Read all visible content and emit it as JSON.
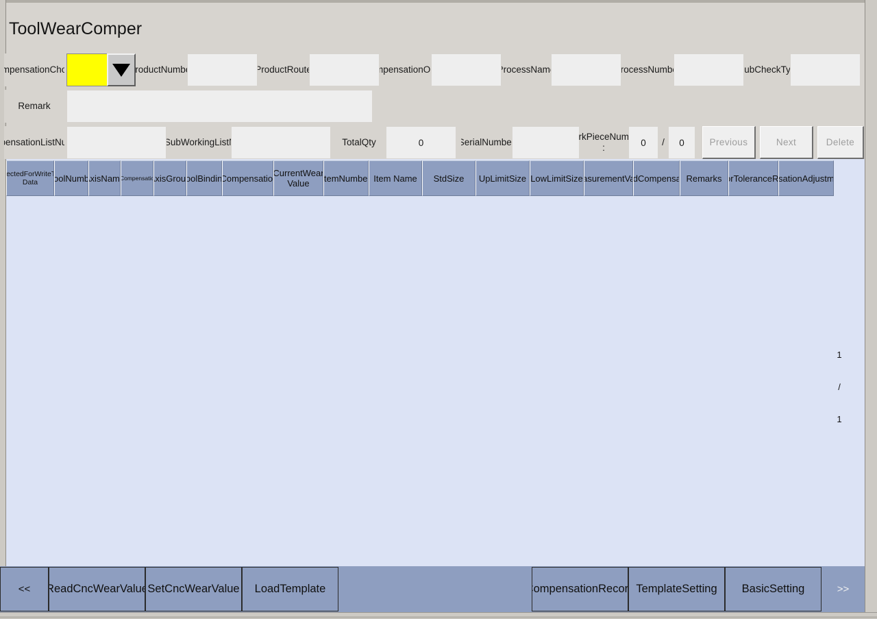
{
  "window": {
    "title": "ToolWearComper"
  },
  "form": {
    "compensation_choice_label": "CompensationChoice",
    "compensation_choice_value": "",
    "product_number_label": "ProductNumber",
    "product_number_value": "",
    "product_route_label": "ProductRoute",
    "product_route_value": "",
    "compensation_order_label": "CompensationOrder",
    "compensation_order_value": "",
    "process_name_label": "ProcessName",
    "process_name_value": "",
    "process_number_label": "ProcessNumber",
    "process_number_value": "",
    "subcheck_type_label": "SubCheckType",
    "subcheck_type_value": "",
    "remark_label": "Remark",
    "remark_value": "",
    "compensation_list_number_label": "CompensationListNumber",
    "compensation_list_number_value": "",
    "station_sub_working_list_number_label": "StationSubWorkingListNumber",
    "station_sub_working_list_number_value": "",
    "total_qty_label": "TotalQty",
    "total_qty_value": "0",
    "serial_number_label": "SerialNumber",
    "serial_number_value": "",
    "workpiece_number_label": "WorkPieceNumber :",
    "workpiece_current": "0",
    "workpiece_separator": "/",
    "workpiece_total": "0",
    "previous_button": "Previous",
    "next_button": "Next",
    "delete_button": "Delete"
  },
  "grid": {
    "columns": [
      {
        "label": "SelectedForWriteTool Data",
        "width": 70,
        "size": "sm"
      },
      {
        "label": "*ToolNumber",
        "width": 50,
        "size": "normal"
      },
      {
        "label": "AxisName",
        "width": 47,
        "size": "normal"
      },
      {
        "label": "ToolCompensationDir",
        "width": 48,
        "size": "tiny"
      },
      {
        "label": "AxisGroup",
        "width": 48,
        "size": "normal"
      },
      {
        "label": "ToolBinding",
        "width": 52,
        "size": "normal"
      },
      {
        "label": "ActualCompensationValue",
        "width": 75,
        "size": "normal"
      },
      {
        "label": "CurrentWear Value",
        "width": 73,
        "size": "normal"
      },
      {
        "label": "ItemNumber",
        "width": 66,
        "size": "normal"
      },
      {
        "label": "Item Name",
        "width": 78,
        "size": "normal"
      },
      {
        "label": "StdSize",
        "width": 78,
        "size": "normal"
      },
      {
        "label": "UpLimitSize",
        "width": 79,
        "size": "normal"
      },
      {
        "label": "LowLimitSize",
        "width": 79,
        "size": "normal"
      },
      {
        "label": "MeasurementValue",
        "width": 72,
        "size": "normal"
      },
      {
        "label": "SuggestedCompensationValue",
        "width": 68,
        "size": "normal"
      },
      {
        "label": "Remarks",
        "width": 71,
        "size": "normal"
      },
      {
        "label": "ErrorToleranceRatio",
        "width": 73,
        "size": "normal"
      },
      {
        "label": "CompensationAdjustmentRatio",
        "width": 81,
        "size": "normal"
      }
    ],
    "rows": [],
    "pager_current": "1",
    "pager_separator": "/",
    "pager_total": "1"
  },
  "toolbar": {
    "buttons": [
      {
        "label": "<<",
        "width": 71,
        "style": "arrowdark"
      },
      {
        "label": "ReadCncWearValue",
        "width": 141,
        "style": "normal"
      },
      {
        "label": "SetCncWearValue",
        "width": 141,
        "style": "normal"
      },
      {
        "label": "LoadTemplate",
        "width": 141,
        "style": "normal"
      },
      {
        "label": "",
        "width": 141,
        "style": "blank"
      },
      {
        "label": "",
        "width": 141,
        "style": "blank"
      },
      {
        "label": "CompensationRecord",
        "width": 141,
        "style": "normal"
      },
      {
        "label": "TemplateSetting",
        "width": 141,
        "style": "normal"
      },
      {
        "label": "BasicSetting",
        "width": 141,
        "style": "normal"
      },
      {
        "label": ">>",
        "width": 63,
        "style": "arrowlight"
      }
    ]
  },
  "colors": {
    "header_blue": "#8e9ec0",
    "grid_background": "#dce3f5",
    "panel_gray": "#d7d4cf",
    "combo_yellow": "#ffff00"
  }
}
